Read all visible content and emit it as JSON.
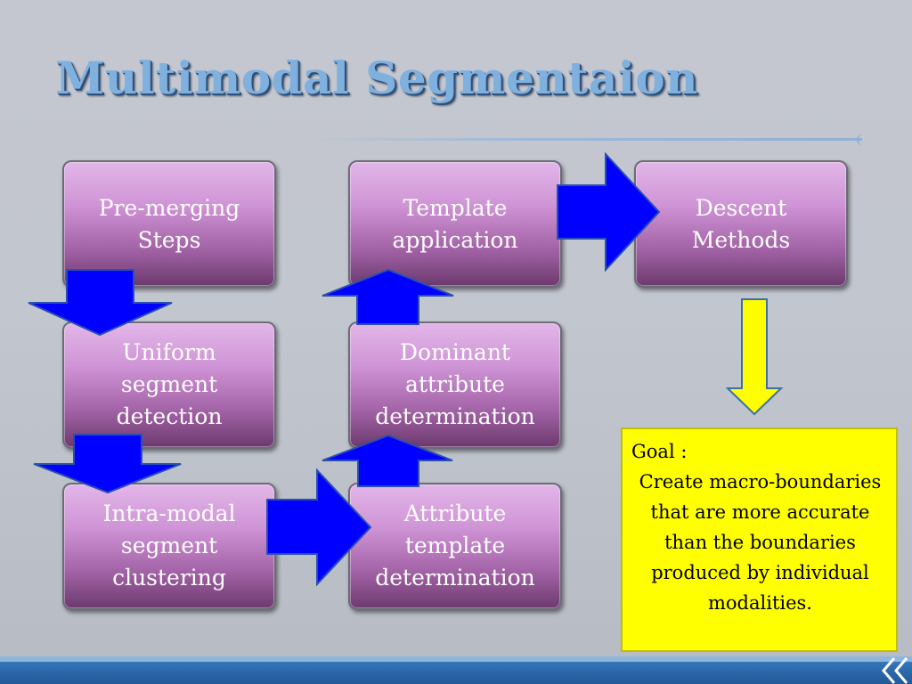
{
  "title": "Multimodal Segmentaion",
  "boxes": {
    "premerging": "Pre-merging\nSteps",
    "uniform": "Uniform\nsegment\ndetection",
    "intramodal": "Intra-modal\nsegment\nclustering",
    "template_app": "Template\napplication",
    "dominant": "Dominant\nattribute\ndetermination",
    "attribute_template": "Attribute\ntemplate\ndetermination",
    "descent": "Descent\nMethods"
  },
  "goal": {
    "label": "Goal :",
    "text": "Create macro-boundaries that are more accurate than the boundaries produced by individual modalities."
  },
  "colors": {
    "box_fill": "#cf94d6",
    "arrow_blue": "#0000ff",
    "arrow_yellow": "#ffff00",
    "goal_fill": "#ffff00",
    "title": "#7fb0de"
  }
}
